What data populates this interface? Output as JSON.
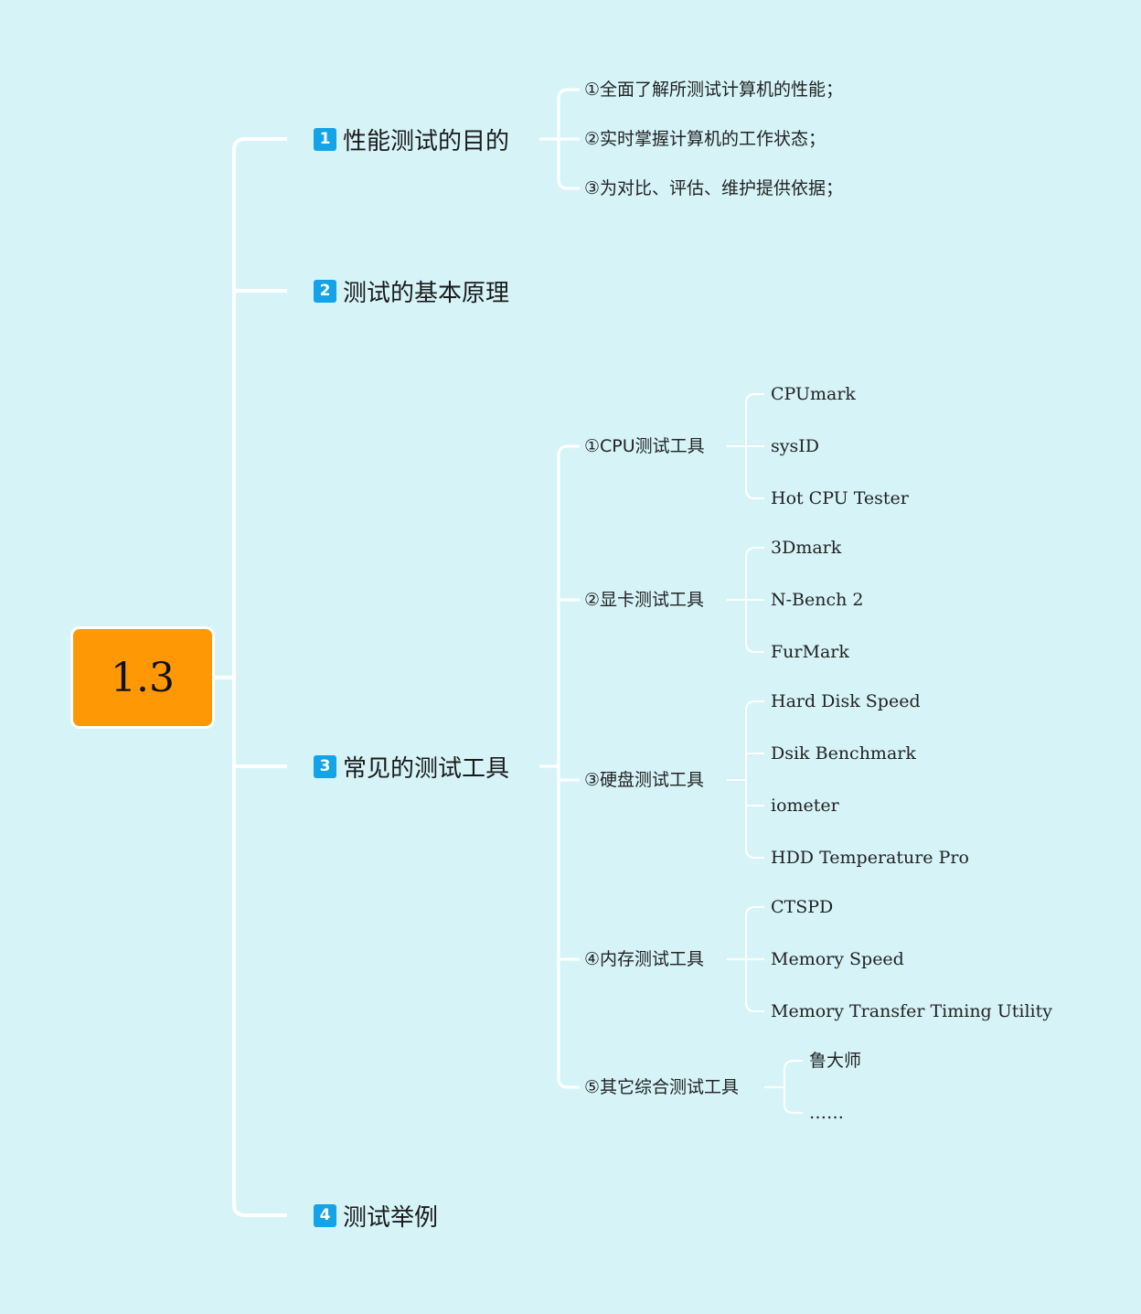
{
  "root": {
    "label": "1.3"
  },
  "branches": [
    {
      "num": "1",
      "label": "性能测试的目的"
    },
    {
      "num": "2",
      "label": "测试的基本原理"
    },
    {
      "num": "3",
      "label": "常见的测试工具"
    },
    {
      "num": "4",
      "label": "测试举例"
    }
  ],
  "purposes": [
    "①全面了解所测试计算机的性能；",
    "②实时掌握计算机的工作状态；",
    "③为对比、评估、维护提供依据；"
  ],
  "tools": [
    {
      "label": "①CPU测试工具",
      "items": [
        "CPUmark",
        "sysID",
        "Hot CPU Tester"
      ]
    },
    {
      "label": "②显卡测试工具",
      "items": [
        "3Dmark",
        "N-Bench 2",
        "FurMark"
      ]
    },
    {
      "label": "③硬盘测试工具",
      "items": [
        "Hard Disk Speed",
        "Dsik Benchmark",
        "iometer",
        "HDD Temperature Pro"
      ]
    },
    {
      "label": "④内存测试工具",
      "items": [
        "CTSPD",
        "Memory Speed",
        "Memory Transfer Timing Utility"
      ]
    },
    {
      "label": "⑤其它综合测试工具",
      "items": [
        "鲁大师",
        "……"
      ]
    }
  ],
  "colors": {
    "background": "#d6f4f8",
    "root_fill": "#ff9804",
    "badge": "#13a3e6",
    "connector": "#ffffff"
  }
}
